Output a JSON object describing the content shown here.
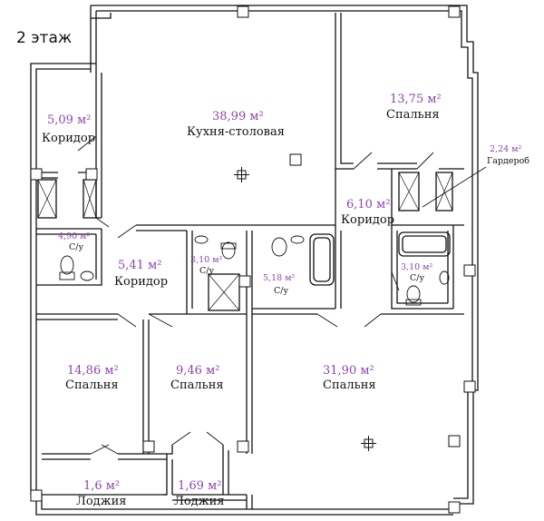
{
  "floor_label": "2 этаж",
  "colors": {
    "wall": "#111111",
    "area_text": "#8e44ad",
    "label_text": "#111111"
  },
  "rooms": {
    "corridor_nw": {
      "area": "5,09 м²",
      "name": "Коридор"
    },
    "kitchen": {
      "area": "38,99 м²",
      "name": "Кухня-столовая"
    },
    "bedroom_ne": {
      "area": "13,75 м²",
      "name": "Спальня"
    },
    "wardrobe": {
      "area": "2,24 м²",
      "name": "Гардероб"
    },
    "corridor_e": {
      "area": "6,10 м²",
      "name": "Коридор"
    },
    "bath_w": {
      "area": "4,90 м²",
      "name": "С/у"
    },
    "corridor_c": {
      "area": "5,41 м²",
      "name": "Коридор"
    },
    "bath_c1": {
      "area": "3,10 м²",
      "name": "С/у"
    },
    "bath_c2": {
      "area": "5,18 м²",
      "name": "С/у"
    },
    "bath_e": {
      "area": "3,10 м²",
      "name": "С/у"
    },
    "bedroom_sw": {
      "area": "14,86 м²",
      "name": "Спальня"
    },
    "bedroom_s": {
      "area": "9,46 м²",
      "name": "Спальня"
    },
    "bedroom_se": {
      "area": "31,90 м²",
      "name": "Спальня"
    },
    "loggia_1": {
      "area": "1,6 м²",
      "name": "Лоджия"
    },
    "loggia_2": {
      "area": "1,69 м²",
      "name": "Лоджия"
    }
  }
}
